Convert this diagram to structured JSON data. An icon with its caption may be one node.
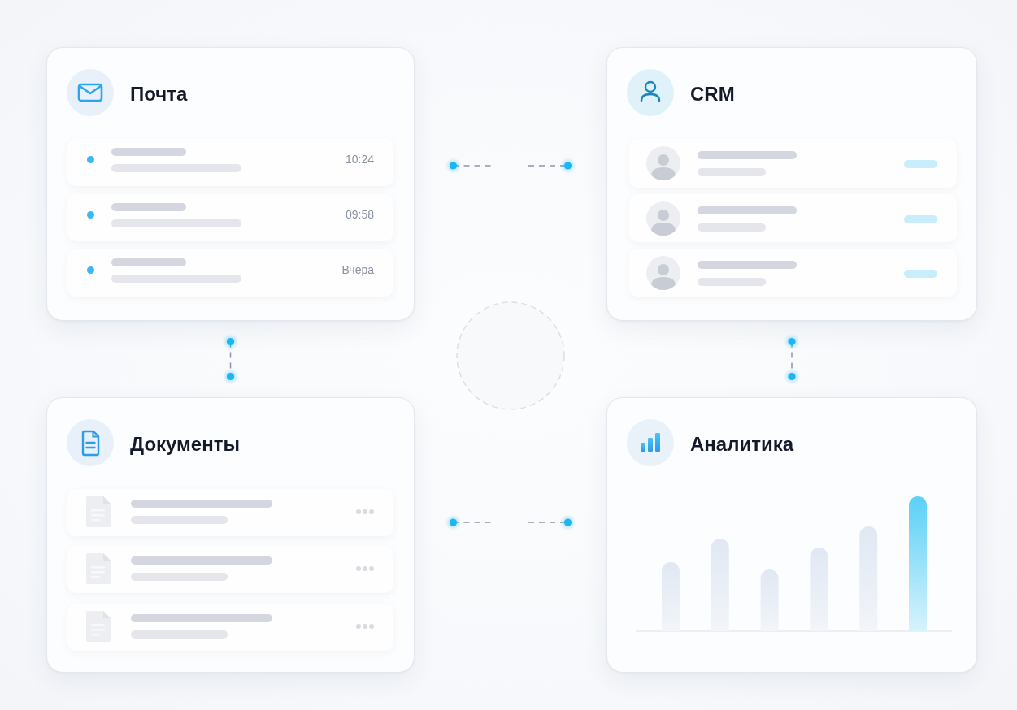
{
  "diagram": {
    "nodes": [
      {
        "text": [
          "Почта"
        ]
      },
      {
        "text": [
          "10:24"
        ],
        "in": 0
      },
      {
        "text": [
          "09:58"
        ],
        "in": 0
      },
      {
        "text": [
          "Вчера"
        ],
        "in": 0
      },
      {
        "text": [
          "CRM"
        ]
      },
      {
        "text": [],
        "shape": "box",
        "in": 4
      },
      {
        "text": [],
        "shape": "box",
        "in": 4
      },
      {
        "text": [],
        "shape": "box",
        "in": 4
      },
      {
        "text": [],
        "shape": "circle"
      },
      {
        "text": [
          "Документы"
        ]
      },
      {
        "text": [],
        "shape": "box",
        "in": 9
      },
      {
        "text": [],
        "shape": "box",
        "in": 9
      },
      {
        "text": [],
        "shape": "box",
        "in": 9
      },
      {
        "text": [
          "Аналитика"
        ]
      }
    ],
    "edges": [
      {
        "from": 0,
        "to": 4,
        "arrow": "other",
        "style": "dashed"
      },
      {
        "from": 0,
        "to": 9,
        "arrow": "other",
        "style": "dashed"
      },
      {
        "from": 4,
        "to": 13,
        "arrow": "other",
        "style": "dashed"
      },
      {
        "from": 9,
        "to": 13,
        "arrow": "other",
        "style": "dashed"
      }
    ]
  }
}
